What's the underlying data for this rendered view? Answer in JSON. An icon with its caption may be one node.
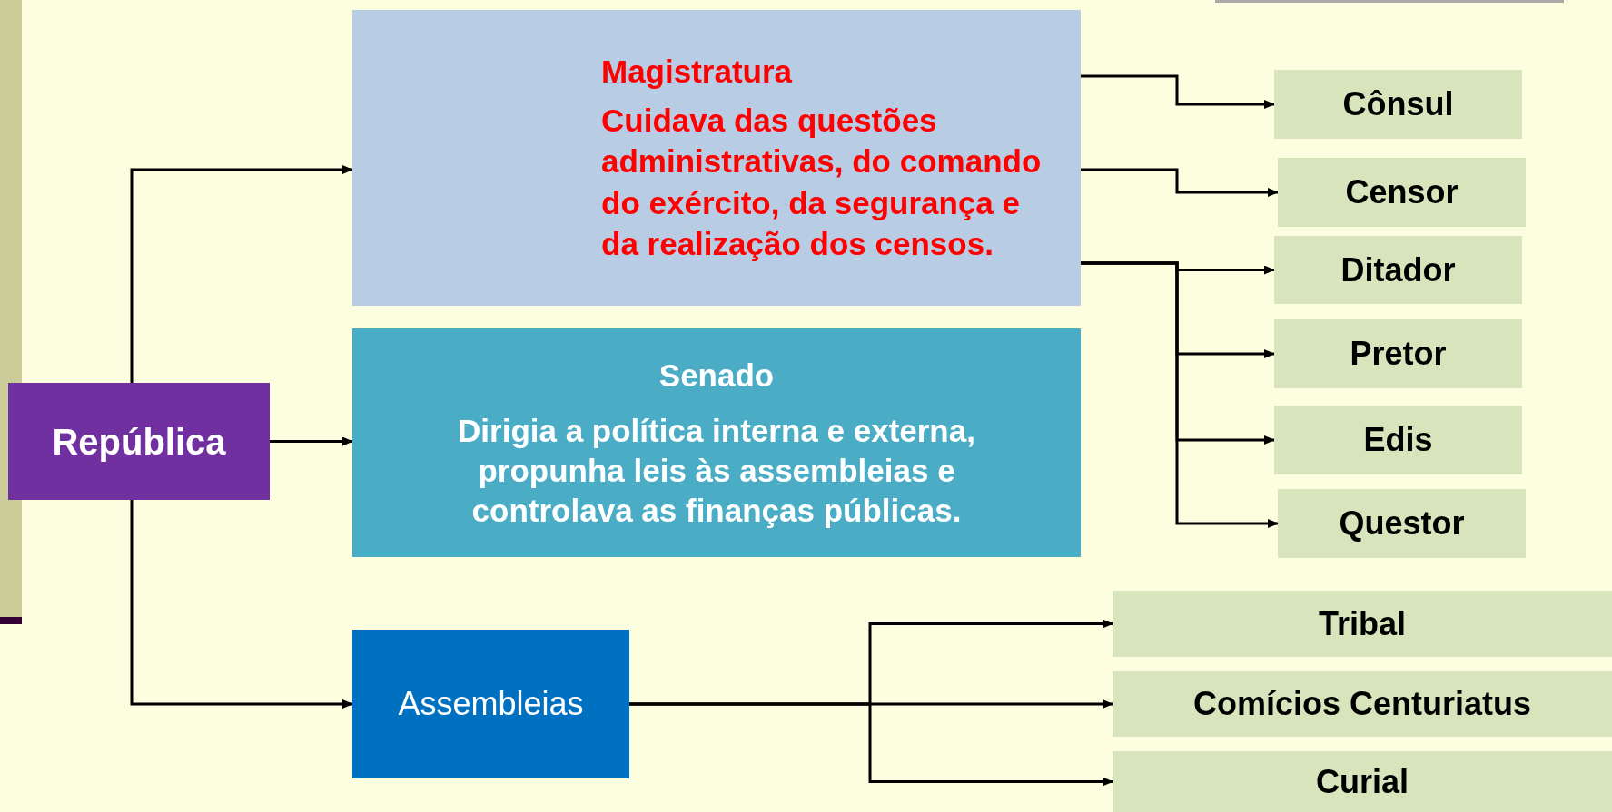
{
  "diagram": {
    "nodes": [
      {
        "text": [
          "República"
        ]
      },
      {
        "text": [
          "Magistratura",
          "Cuidava das questões administrativas, do comando do exército, da segurança e da realização dos censos."
        ]
      },
      {
        "text": [
          "Senado",
          "Dirigia a política interna e externa, propunha leis às assembleias e controlava as finanças públicas."
        ]
      },
      {
        "text": [
          "Assembleias"
        ]
      },
      {
        "text": [
          "Cônsul"
        ]
      },
      {
        "text": [
          "Censor"
        ]
      },
      {
        "text": [
          "Ditador"
        ]
      },
      {
        "text": [
          "Pretor"
        ]
      },
      {
        "text": [
          "Edis"
        ]
      },
      {
        "text": [
          "Questor"
        ]
      },
      {
        "text": [
          "Tribal"
        ]
      },
      {
        "text": [
          "Comícios Centuriatus"
        ]
      },
      {
        "text": [
          "Curial"
        ]
      }
    ],
    "edges": [
      {
        "from": 0,
        "to": 1,
        "arrow": "to"
      },
      {
        "from": 0,
        "to": 2,
        "arrow": "to"
      },
      {
        "from": 0,
        "to": 3,
        "arrow": "to"
      },
      {
        "from": 1,
        "to": 4,
        "arrow": "to"
      },
      {
        "from": 1,
        "to": 5,
        "arrow": "to"
      },
      {
        "from": 1,
        "to": 6,
        "arrow": "to"
      },
      {
        "from": 1,
        "to": 7,
        "arrow": "to"
      },
      {
        "from": 1,
        "to": 8,
        "arrow": "to"
      },
      {
        "from": 1,
        "to": 9,
        "arrow": "to"
      },
      {
        "from": 3,
        "to": 10,
        "arrow": "to"
      },
      {
        "from": 3,
        "to": 11,
        "arrow": "to"
      },
      {
        "from": 3,
        "to": 12,
        "arrow": "to"
      }
    ]
  }
}
